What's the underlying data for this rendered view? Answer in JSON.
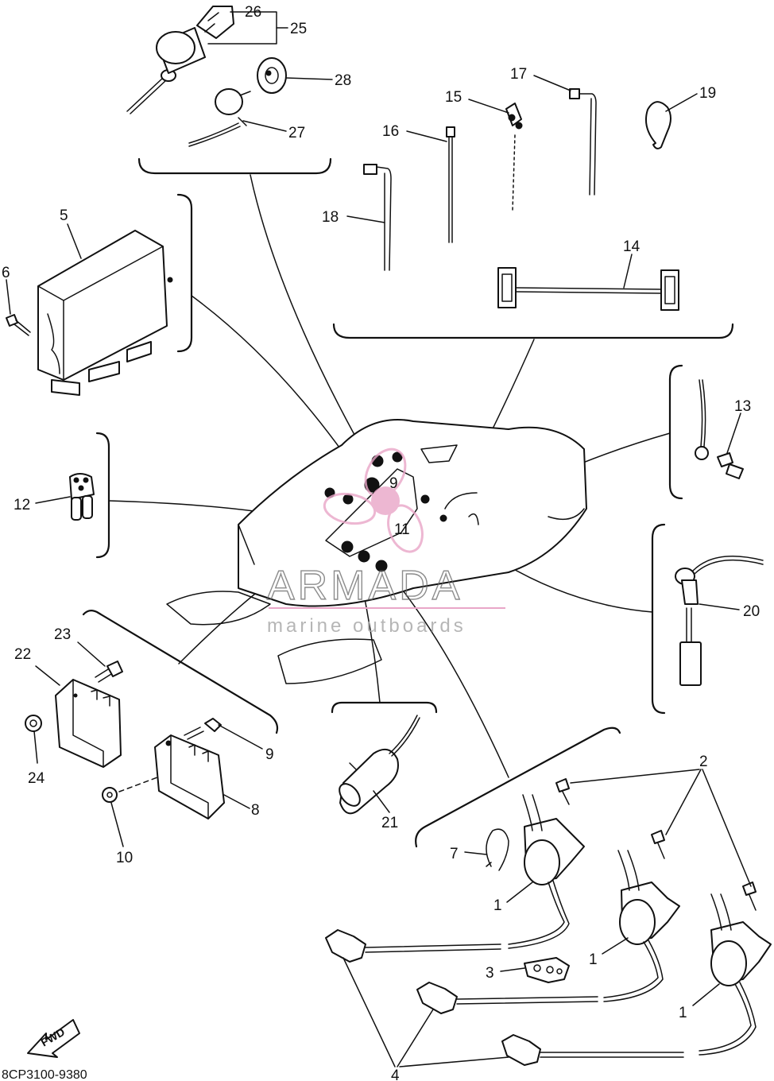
{
  "diagram_code": "8CP3100-9380",
  "direction_marker": "FWD",
  "watermark": {
    "brand": "ARMADA",
    "tagline": "marine outboards",
    "accent_color": "#e9a6c8"
  },
  "part_labels": {
    "p1": "1",
    "p2": "2",
    "p3": "3",
    "p4": "4",
    "p5": "5",
    "p6": "6",
    "p7": "7",
    "p8": "8",
    "p9": "9",
    "p10": "10",
    "p11": "11",
    "p12": "12",
    "p13": "13",
    "p14": "14",
    "p15": "15",
    "p16": "16",
    "p17": "17",
    "p18": "18",
    "p19": "19",
    "p20": "20",
    "p21": "21",
    "p22": "22",
    "p23": "23",
    "p24": "24",
    "p25": "25",
    "p26": "26",
    "p27": "27",
    "p28": "28"
  }
}
